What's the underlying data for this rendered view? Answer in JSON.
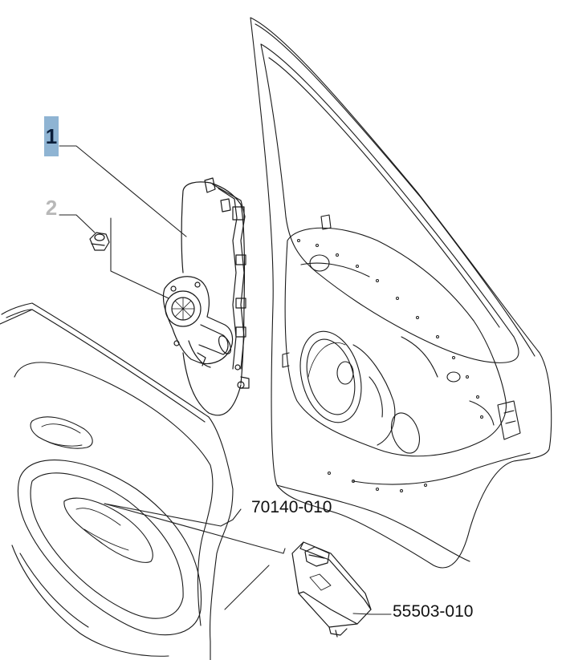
{
  "callouts": {
    "item1": {
      "label": "1",
      "state": "highlighted",
      "highlight_color": "#8fb4d3"
    },
    "item2": {
      "label": "2",
      "state": "dimmed",
      "color": "#b8b8b8"
    },
    "part_panel": {
      "label": "70140-010"
    },
    "part_switch": {
      "label": "55503-010"
    }
  },
  "colors": {
    "line": "#1a1a1a",
    "leader": "#222222",
    "background": "#ffffff"
  }
}
